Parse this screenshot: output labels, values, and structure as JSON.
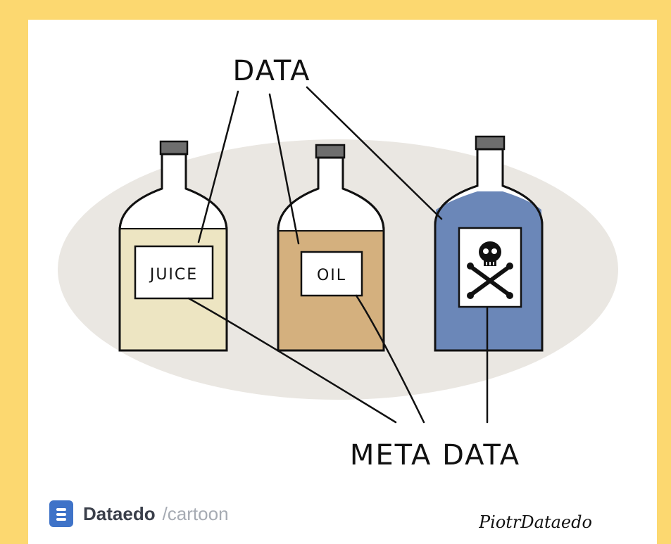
{
  "cartoon": {
    "top_label": "DATA",
    "bottom_label": "META DATA",
    "bottles": [
      {
        "label": "JUICE",
        "liquid_color": "#EDE5C2"
      },
      {
        "label": "OIL",
        "liquid_color": "#D4B07E"
      },
      {
        "label": "",
        "liquid_color": "#6B87B8",
        "symbol": "skull-crossbones-icon"
      }
    ],
    "backdrop_color": "#EAE7E2"
  },
  "footer": {
    "brand_name": "Dataedo",
    "brand_suffix": "/cartoon",
    "brand_color": "#3F73C8",
    "signature": "PiotrDataedo"
  }
}
